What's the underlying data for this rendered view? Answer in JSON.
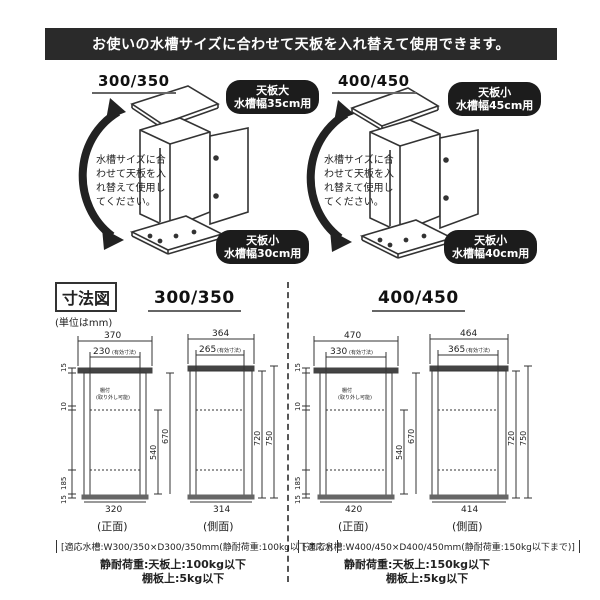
{
  "banner": {
    "text": "お使いの水槽サイズに合わせて天板を入れ替えて使用できます。"
  },
  "swap": {
    "left": {
      "model": "300/350",
      "top_callout": [
        "天板大",
        "水槽幅35cm用"
      ],
      "bottom_callout": [
        "天板小",
        "水槽幅30cm用"
      ],
      "note": "水槽サイズに合わせて天板を入れ替えて使用してください。"
    },
    "right": {
      "model": "400/450",
      "top_callout": [
        "天板小",
        "水槽幅45cm用"
      ],
      "bottom_callout": [
        "天板小",
        "水槽幅40cm用"
      ],
      "note": "水槽サイズに合わせて天板を入れ替えて使用してください。"
    }
  },
  "dimensions": {
    "title": "寸法図",
    "unit": "(単位はmm)",
    "left": {
      "model": "300/350",
      "front": {
        "top_width": "370",
        "inner_width": "230",
        "inner_note": "(有効寸法)",
        "bottom_width": "320",
        "caption": "(正面)",
        "shelf_note_1": "棚付",
        "shelf_note_2": "(取り外し可能)",
        "left_dims": [
          "15",
          "10",
          "185",
          "15"
        ],
        "height_540": "540",
        "height_670": "670"
      },
      "side": {
        "top_width": "364",
        "inner_width": "265",
        "inner_note": "(有効寸法)",
        "bottom_width": "314",
        "caption": "(側面)",
        "height_720": "720",
        "height_750": "750"
      },
      "spec": "[適応水槽:W300/350×D300/350mm(静耐荷重:100kg以下まで)]",
      "load_top": "静耐荷重:天板上:100kg以下",
      "load_shelf": "棚板上:5kg以下"
    },
    "right": {
      "model": "400/450",
      "front": {
        "top_width": "470",
        "inner_width": "330",
        "inner_note": "(有効寸法)",
        "bottom_width": "420",
        "caption": "(正面)",
        "shelf_note_1": "棚付",
        "shelf_note_2": "(取り外し可能)",
        "left_dims": [
          "15",
          "10",
          "185",
          "15"
        ],
        "height_540": "540",
        "height_670": "670"
      },
      "side": {
        "top_width": "464",
        "inner_width": "365",
        "inner_note": "(有効寸法)",
        "bottom_width": "414",
        "caption": "(側面)",
        "height_720": "720",
        "height_750": "750"
      },
      "spec": "[適応水槽:W400/450×D400/450mm(静耐荷重:150kg以下まで)]",
      "load_top": "静耐荷重:天板上:150kg以下",
      "load_shelf": "棚板上:5kg以下"
    }
  }
}
